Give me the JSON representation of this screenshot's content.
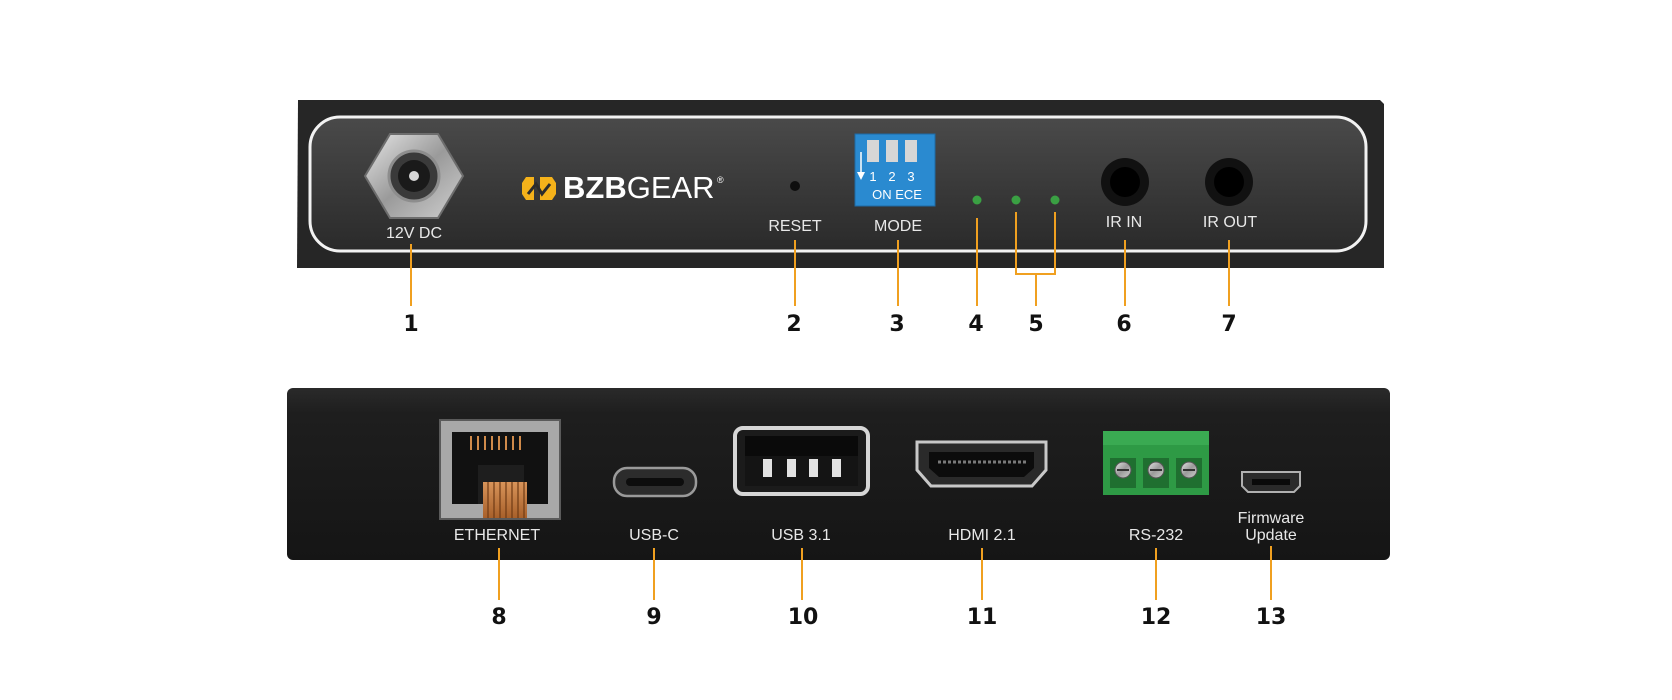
{
  "brand": {
    "name_bold": "BZB",
    "name_light": "GEAR",
    "reg_mark": "®",
    "accent_color": "#f5b21a"
  },
  "front_panel": {
    "labels": {
      "power": "12V DC",
      "reset": "RESET",
      "mode": "MODE",
      "ir_in": "IR IN",
      "ir_out": "IR OUT"
    },
    "dip_switch": {
      "positions": [
        "1",
        "2",
        "3"
      ],
      "caption": "ON ECE",
      "color": "#2a8ad0"
    },
    "led_color": "#3aa043"
  },
  "rear_panel": {
    "labels": {
      "ethernet": "ETHERNET",
      "usb_c": "USB-C",
      "usb31": "USB 3.1",
      "hdmi": "HDMI 2.1",
      "rs232": "RS-232",
      "firmware_line1": "Firmware",
      "firmware_line2": "Update"
    },
    "terminal_color": "#2e9a45"
  },
  "callouts": {
    "front": [
      "1",
      "2",
      "3",
      "4",
      "5",
      "6",
      "7"
    ],
    "rear": [
      "8",
      "9",
      "10",
      "11",
      "12",
      "13"
    ]
  }
}
